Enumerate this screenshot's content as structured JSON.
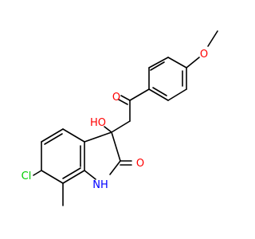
{
  "molecule": {
    "atom_labels": {
      "methoxy_o": "O",
      "ketone_o": "O",
      "hydroxy": "HO",
      "lactam_o": "O",
      "nh": "NH",
      "chloro": "Cl"
    },
    "colors": {
      "bond": "#000000",
      "oxygen": "#ff0000",
      "nitrogen": "#0000ff",
      "chlorine": "#00cc00"
    }
  }
}
